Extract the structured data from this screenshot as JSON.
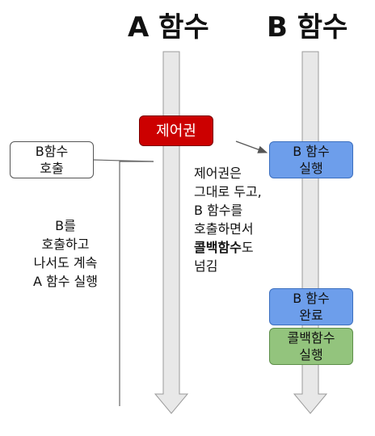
{
  "titles": {
    "a": "A 함수",
    "b": "B 함수"
  },
  "boxes": {
    "call_b": [
      "B함수",
      "호출"
    ],
    "control": "제어권",
    "b_run": [
      "B 함수",
      "실행"
    ],
    "b_done": [
      "B 함수",
      "완료"
    ],
    "callback_run": [
      "콜백함수",
      "실행"
    ]
  },
  "notes": {
    "left": [
      "B를",
      "호출하고",
      "나서도 계속",
      "A 함수 실행"
    ],
    "center": {
      "line1": "제어권은",
      "line2": "그대로 두고,",
      "line3": "B 함수를",
      "line4": "호출하면서",
      "bold": "콜백함수",
      "after_bold": "도",
      "line6": "넘김"
    }
  },
  "colors": {
    "control": "#cc0000",
    "function_box": "#6d9eeb",
    "callback_box": "#93c47d",
    "timeline": "#e8e8e8"
  }
}
